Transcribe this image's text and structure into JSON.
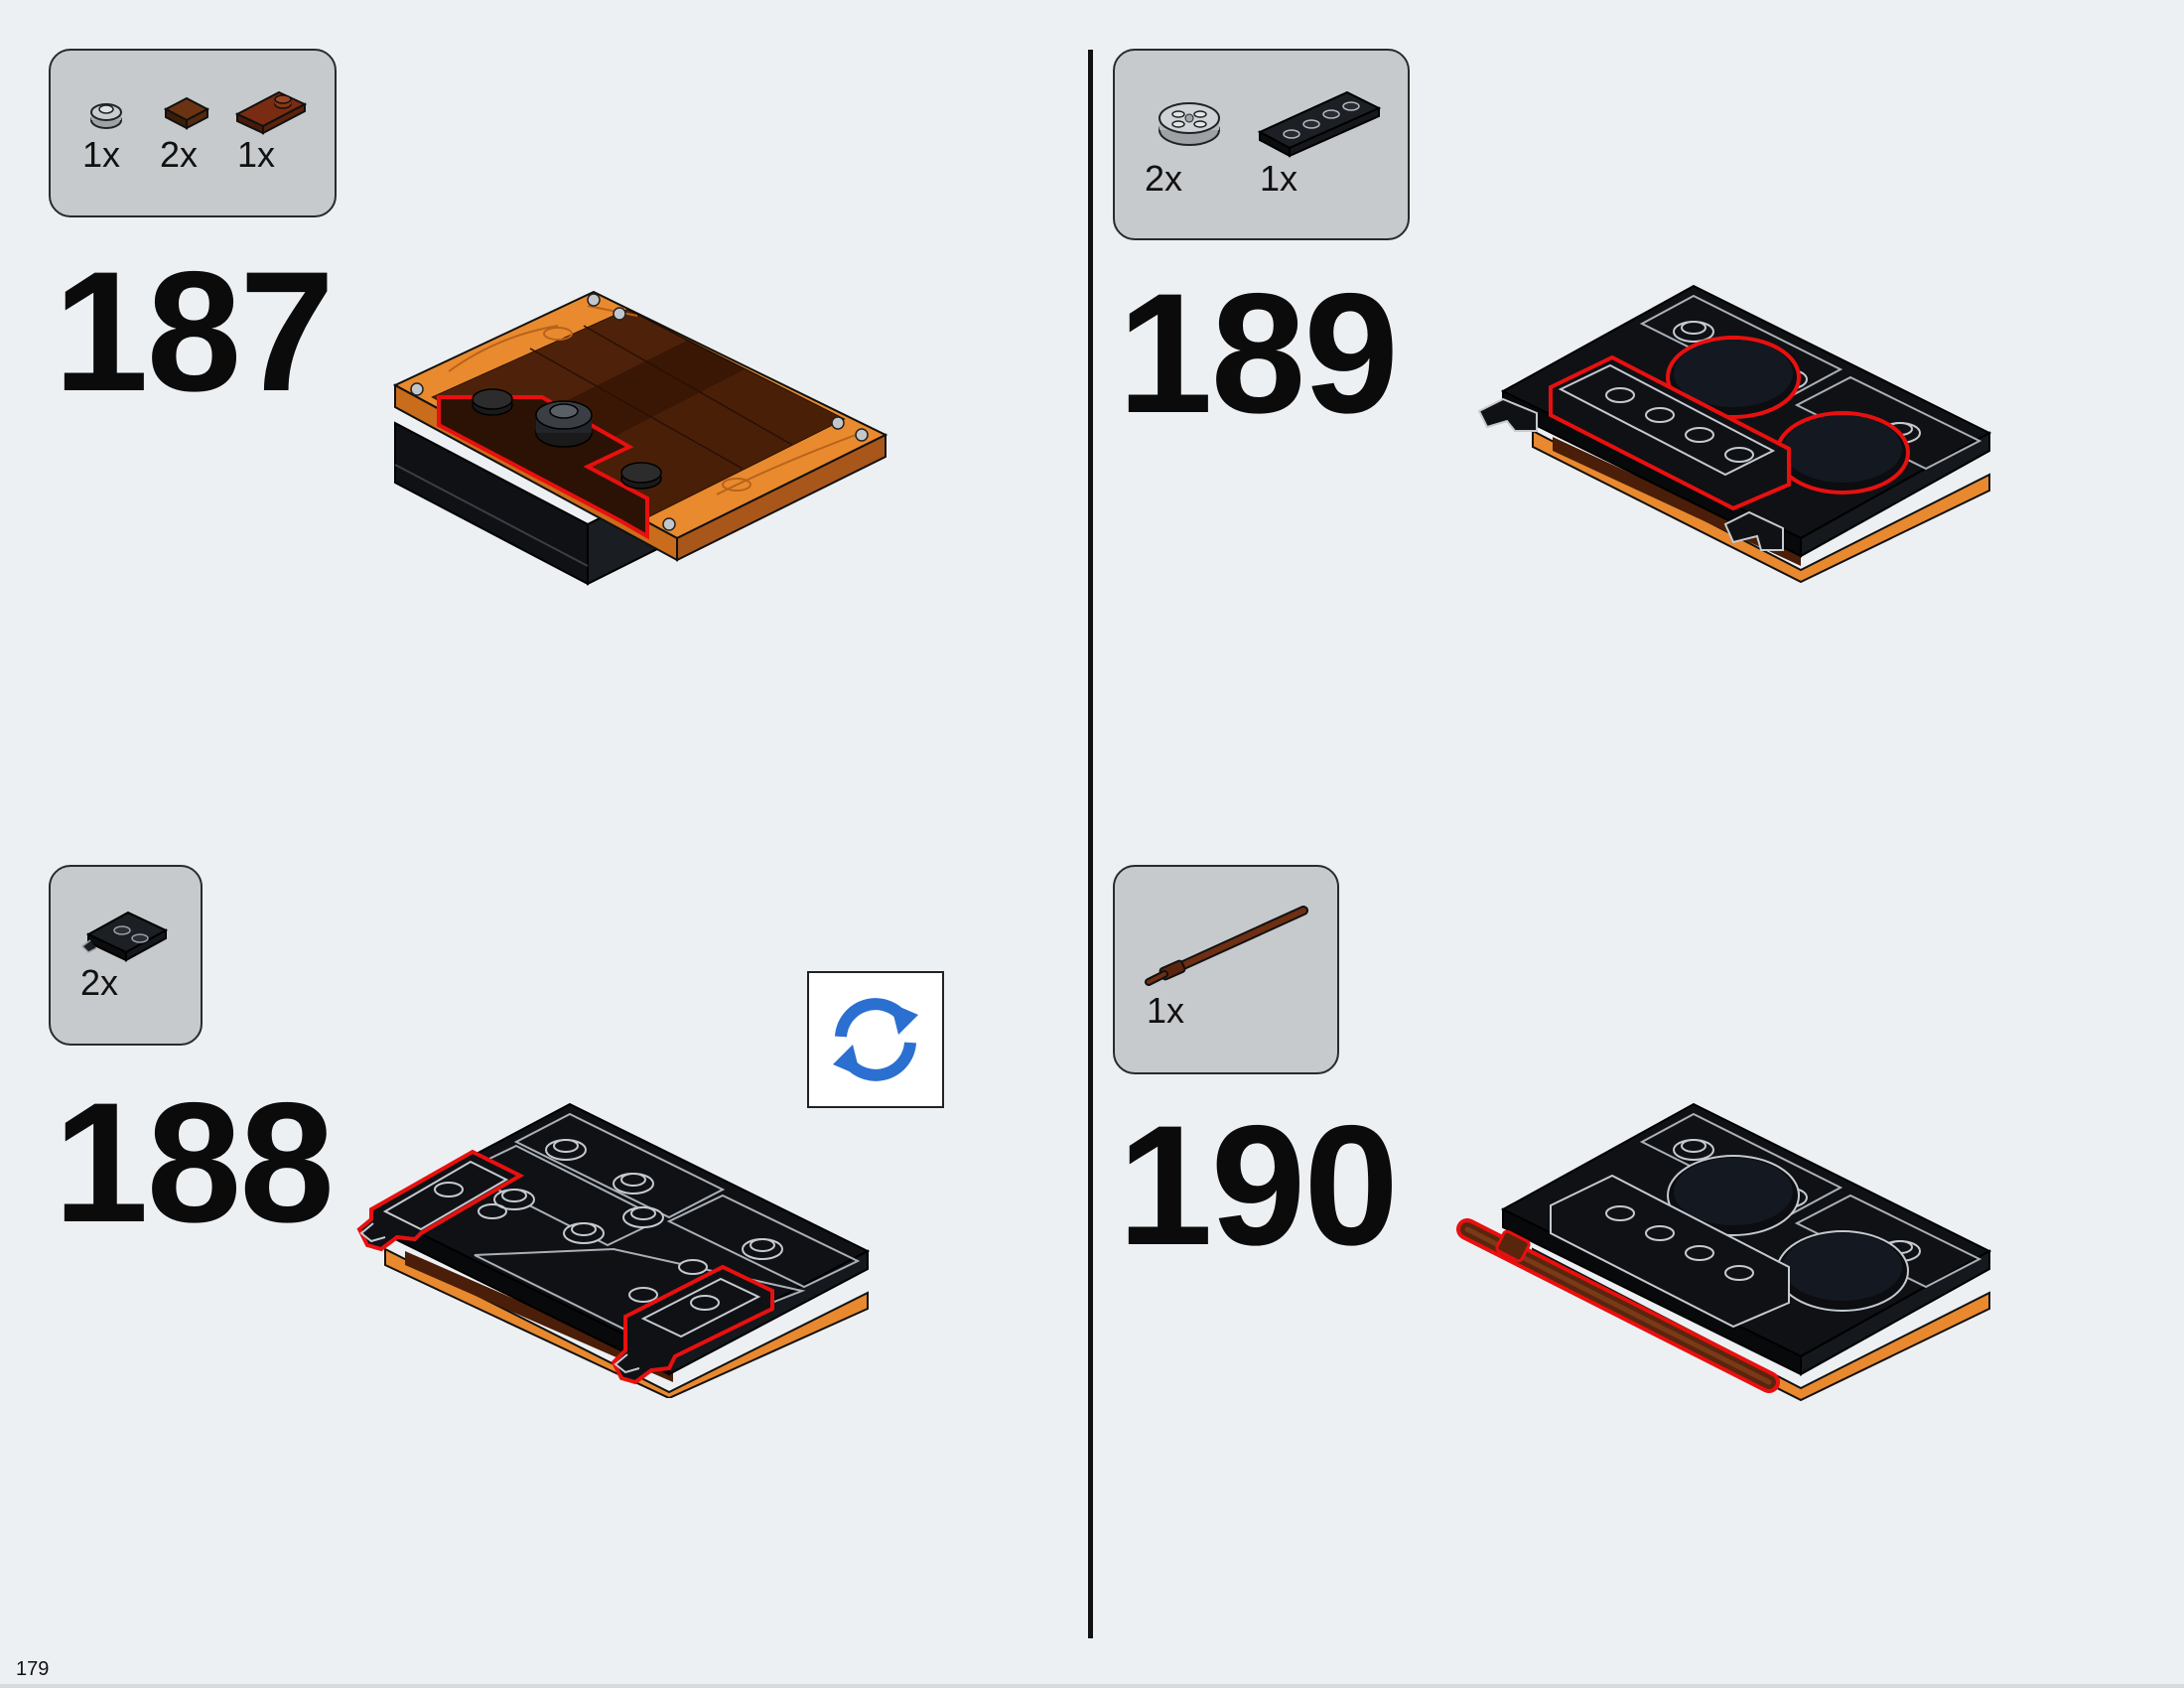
{
  "page": {
    "number": "179"
  },
  "steps": [
    {
      "number": "187",
      "parts": [
        {
          "qty": "1x",
          "icon": "round-plate-1x1-icon"
        },
        {
          "qty": "2x",
          "icon": "tile-1x1-brown-icon"
        },
        {
          "qty": "1x",
          "icon": "plate-1x2-brown-icon"
        }
      ]
    },
    {
      "number": "188",
      "parts": [
        {
          "qty": "2x",
          "icon": "plate-clip-black-icon"
        }
      ]
    },
    {
      "number": "189",
      "parts": [
        {
          "qty": "2x",
          "icon": "round-plate-2x2-grey-icon"
        },
        {
          "qty": "1x",
          "icon": "plate-1x4-black-icon"
        }
      ]
    },
    {
      "number": "190",
      "parts": [
        {
          "qty": "1x",
          "icon": "bar-brown-icon"
        }
      ]
    }
  ],
  "rotate_icon": "rotate-model-icon",
  "colors": {
    "background": "#edf0f3",
    "parts_box": "#c7cacd",
    "highlight": "#e8100f",
    "orange": "#e8892f",
    "black": "#0f1115",
    "brown": "#4a1e08",
    "rotate_blue": "#2b6fd1"
  }
}
